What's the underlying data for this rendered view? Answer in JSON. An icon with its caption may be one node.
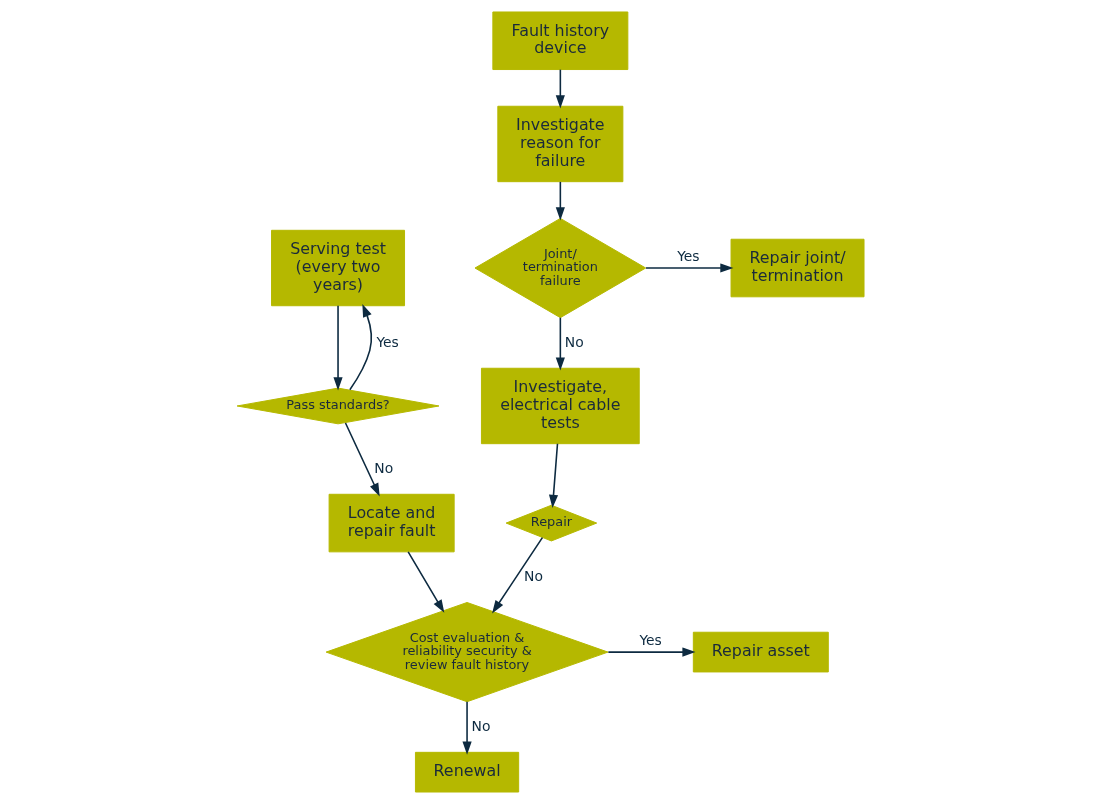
{
  "diagram": {
    "nodes": [
      {
        "text": [
          "Serving test",
          "(every two years)"
        ]
      },
      {
        "text": [
          "Pass standards?"
        ]
      },
      {
        "text": [
          "Locate and repair fault"
        ]
      },
      {
        "text": [
          "Cost evaluation & reliability security & review fault history"
        ]
      },
      {
        "text": [
          "Repair asset"
        ]
      },
      {
        "text": [
          "Renewal"
        ]
      },
      {
        "text": [
          "Fault history device"
        ]
      },
      {
        "text": [
          "Investigate reason for failure"
        ]
      },
      {
        "text": [
          "Joint/ termination failure"
        ]
      },
      {
        "text": [
          "Repair joint/ termination"
        ]
      },
      {
        "text": [
          "Investigate, electrical cable tests"
        ]
      },
      {
        "text": [
          "Repair"
        ]
      }
    ],
    "edges": [
      {
        "from": 0,
        "to": 1,
        "arrow": "to"
      },
      {
        "from": 1,
        "to": 0,
        "arrow": "to",
        "label": "Yes"
      },
      {
        "from": 1,
        "to": 2,
        "arrow": "to",
        "label": "No"
      },
      {
        "from": 2,
        "to": 3,
        "arrow": "to"
      },
      {
        "from": 3,
        "to": 4,
        "arrow": "to",
        "label": "Yes"
      },
      {
        "from": 3,
        "to": 5,
        "arrow": "to",
        "label": "No"
      },
      {
        "from": 6,
        "to": 7,
        "arrow": "to"
      },
      {
        "from": 7,
        "to": 8,
        "arrow": "to"
      },
      {
        "from": 8,
        "to": 9,
        "arrow": "to",
        "label": "Yes"
      },
      {
        "from": 8,
        "to": 10,
        "arrow": "to",
        "label": "No"
      },
      {
        "from": 10,
        "to": 11,
        "arrow": "to"
      },
      {
        "from": 11,
        "to": 3,
        "arrow": "to",
        "label": "No"
      }
    ]
  }
}
